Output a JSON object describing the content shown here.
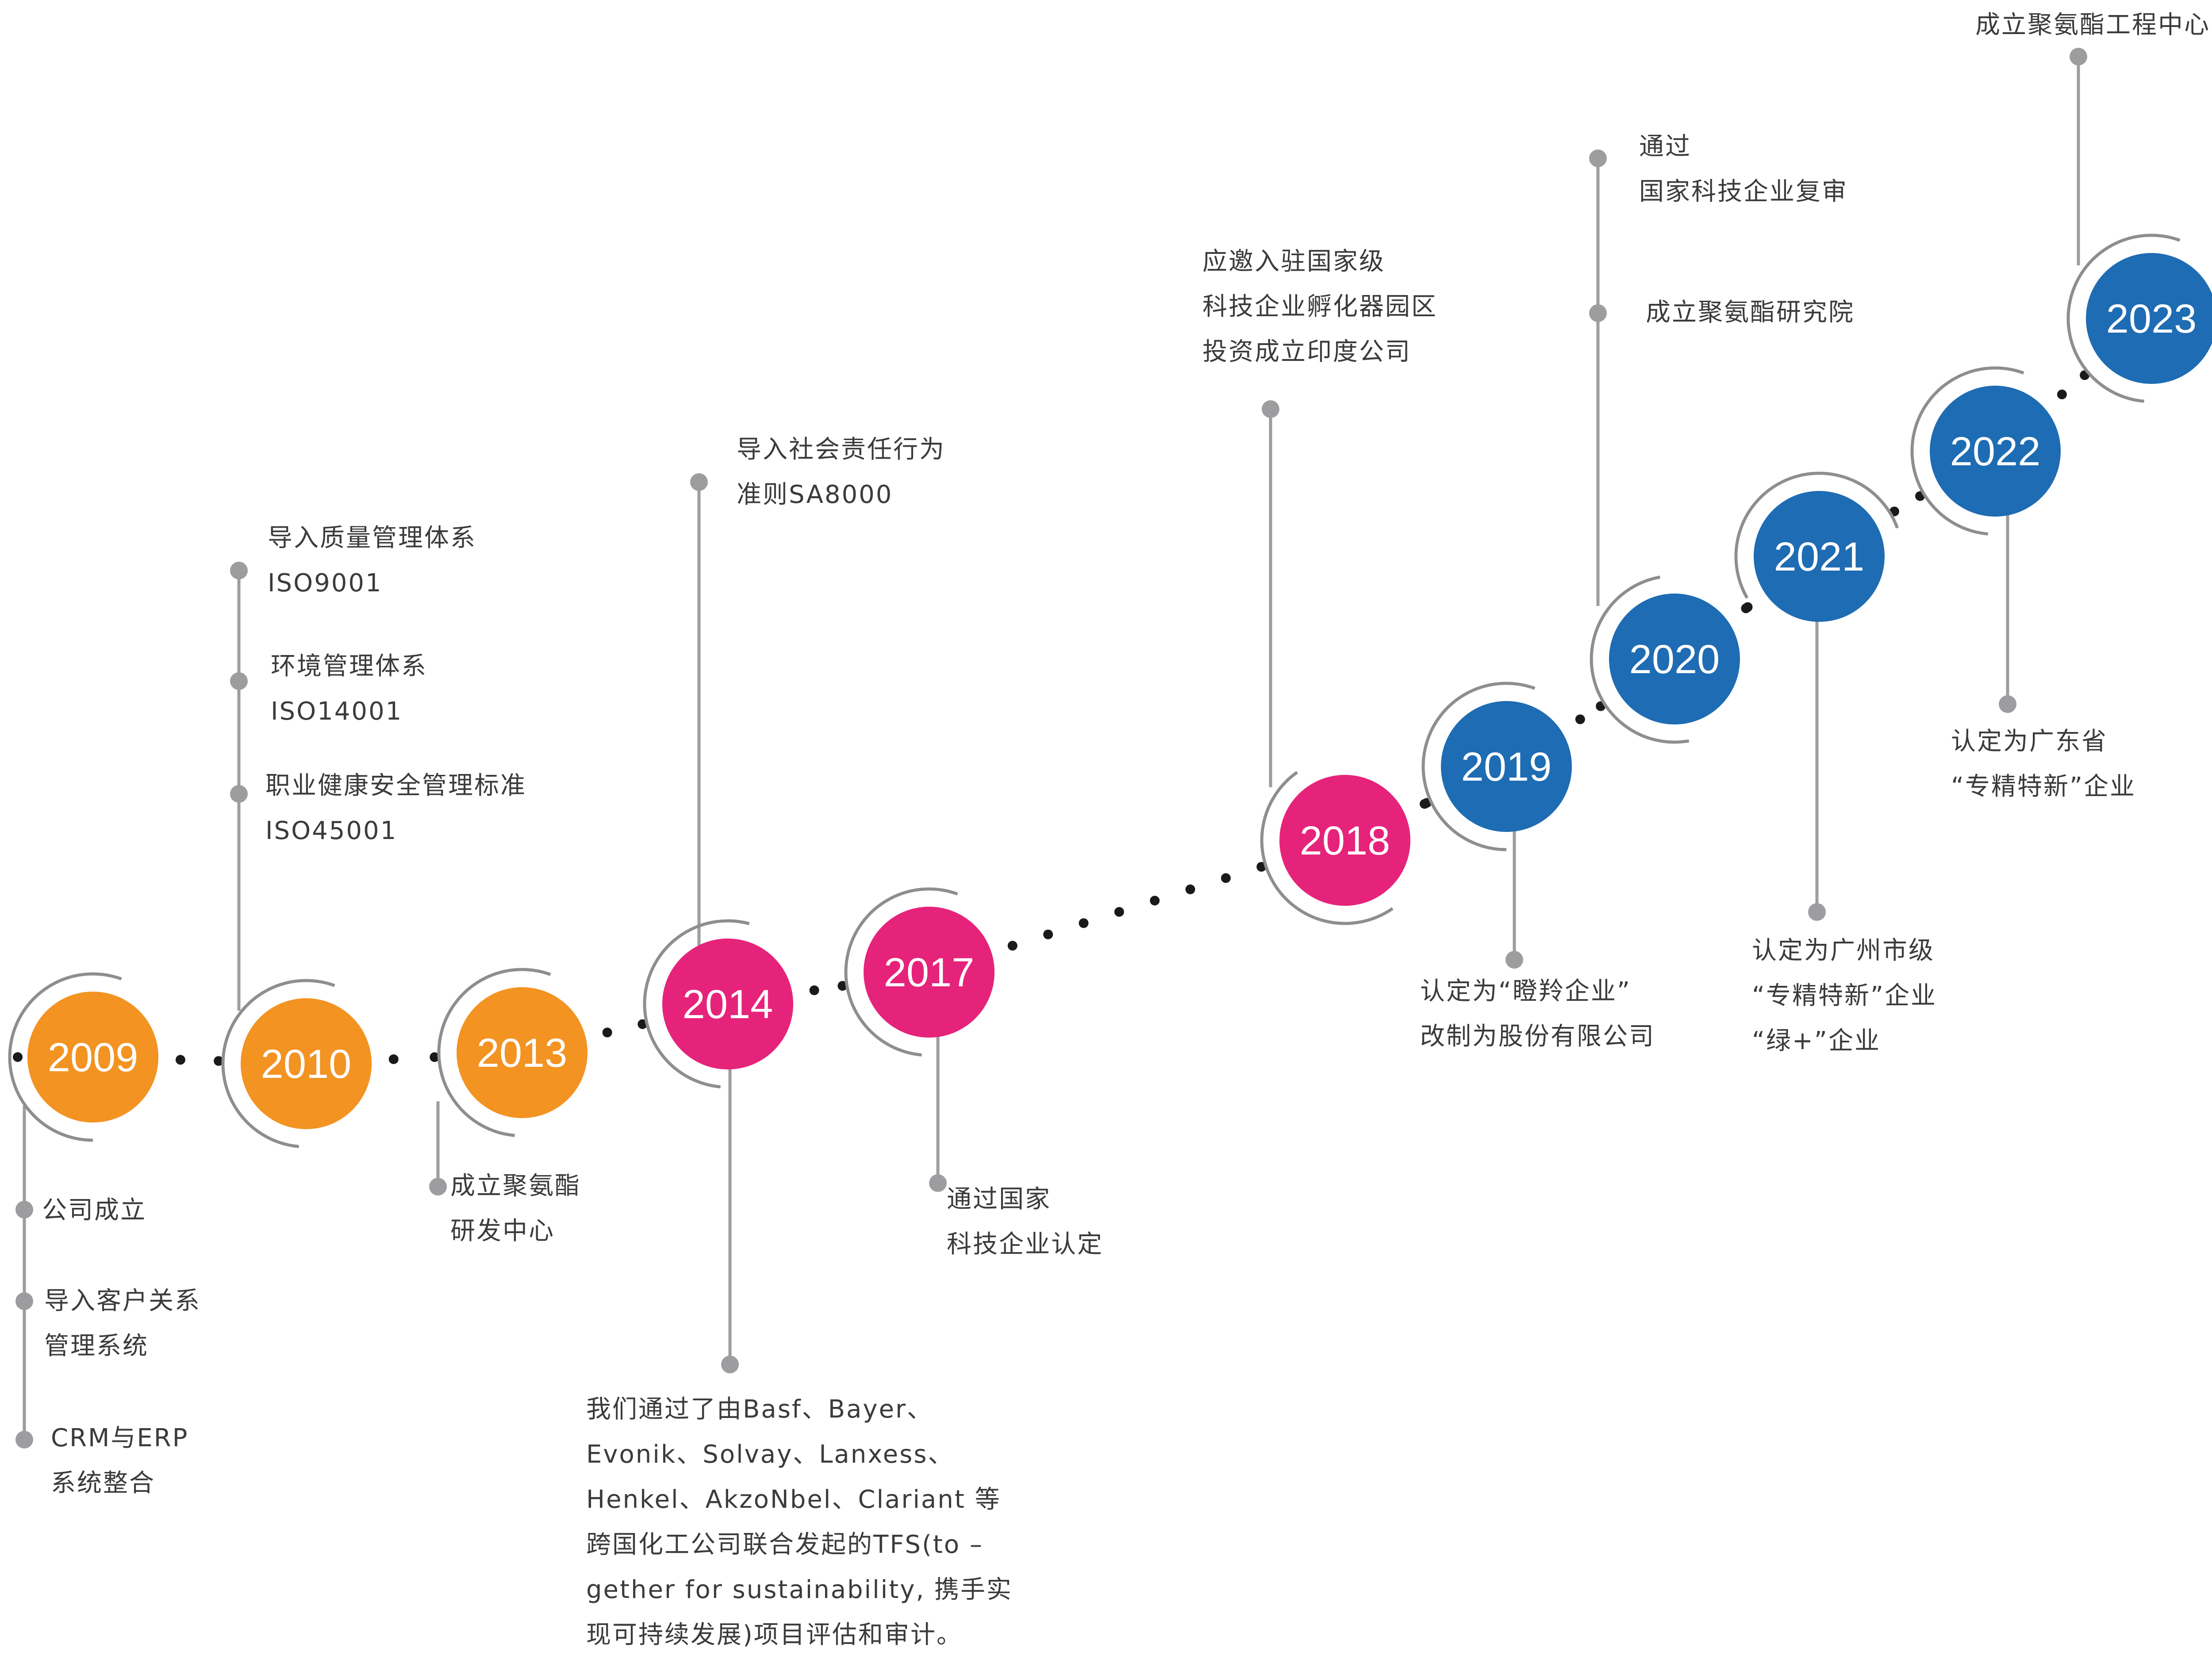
{
  "colors": {
    "orange": "#F39322",
    "pink": "#E6237A",
    "blue": "#1E6CB3",
    "stem": "#9d9d9f",
    "arc": "#8e8e90",
    "dot": "#1a1a1a",
    "text": "#3b3b3b"
  },
  "milestones": [
    {
      "year": "2009",
      "color": "orange",
      "events": [
        {
          "lines": [
            "公司成立"
          ]
        },
        {
          "lines": [
            "导入客户关系",
            "管理系统"
          ]
        },
        {
          "lines": [
            "CRM与ERP",
            "系统整合"
          ]
        }
      ]
    },
    {
      "year": "2010",
      "color": "orange",
      "events": [
        {
          "lines": [
            "导入质量管理体系",
            "ISO9001"
          ]
        },
        {
          "lines": [
            "环境管理体系",
            "ISO14001"
          ]
        },
        {
          "lines": [
            "职业健康安全管理标准",
            "ISO45001"
          ]
        }
      ]
    },
    {
      "year": "2013",
      "color": "orange",
      "events": [
        {
          "lines": [
            "成立聚氨酯",
            "研发中心"
          ]
        }
      ]
    },
    {
      "year": "2014",
      "color": "pink",
      "events": [
        {
          "lines": [
            "导入社会责任行为",
            "准则SA8000"
          ]
        },
        {
          "lines": [
            "我们通过了由Basf、Bayer、",
            "Evonik、Solvay、Lanxess、",
            "Henkel、AkzoNbel、Clariant 等",
            "跨国化工公司联合发起的TFS(to –",
            "gether for sustainability, 携手实",
            "现可持续发展)项目评估和审计。"
          ]
        }
      ]
    },
    {
      "year": "2017",
      "color": "pink",
      "events": [
        {
          "lines": [
            "通过国家",
            "科技企业认定"
          ]
        }
      ]
    },
    {
      "year": "2018",
      "color": "pink",
      "events": [
        {
          "lines": [
            "应邀入驻国家级",
            "科技企业孵化器园区",
            "投资成立印度公司"
          ]
        }
      ]
    },
    {
      "year": "2019",
      "color": "blue",
      "events": [
        {
          "lines": [
            "认定为“瞪羚企业”",
            "改制为股份有限公司"
          ]
        }
      ]
    },
    {
      "year": "2020",
      "color": "blue",
      "events": [
        {
          "lines": [
            "通过",
            "国家科技企业复审"
          ]
        },
        {
          "lines": [
            "成立聚氨酯研究院"
          ]
        }
      ]
    },
    {
      "year": "2021",
      "color": "blue",
      "events": [
        {
          "lines": [
            "认定为广州市级",
            "“专精特新”企业",
            "“绿+”企业"
          ]
        }
      ]
    },
    {
      "year": "2022",
      "color": "blue",
      "events": [
        {
          "lines": [
            "认定为广东省",
            "“专精特新”企业"
          ]
        }
      ]
    },
    {
      "year": "2023",
      "color": "blue",
      "events": [
        {
          "lines": [
            "成立聚氨酯工程中心"
          ]
        }
      ]
    }
  ]
}
